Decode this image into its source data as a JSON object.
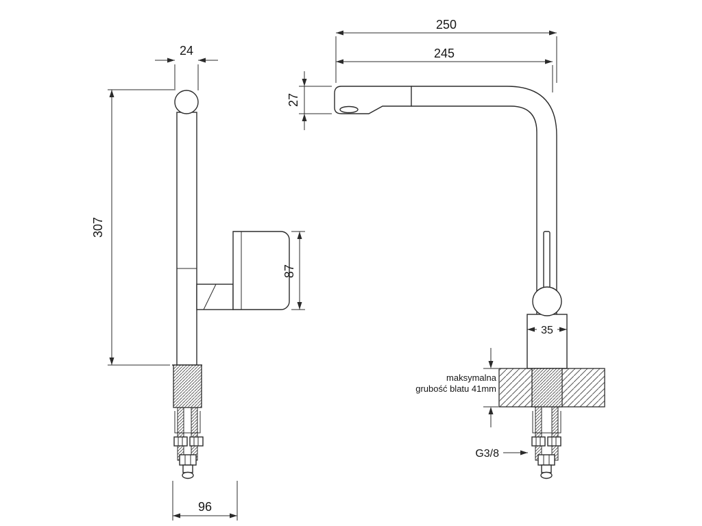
{
  "diagram": {
    "title": "kitchen-faucet-technical-drawing",
    "side_view": {
      "dim_spout_diameter": "24",
      "dim_total_height": "307",
      "dim_body_height": "87",
      "dim_base_width": "96"
    },
    "front_view": {
      "dim_overall_depth": "250",
      "dim_spout_reach": "245",
      "dim_spout_height": "27",
      "dim_body_width": "35",
      "counter_note_line1": "maksymalna",
      "counter_note_line2": "grubość blatu 41mm",
      "connection_thread": "G3/8"
    },
    "colors": {
      "line": "#2b2b2b",
      "text": "#161616",
      "background": "#ffffff"
    }
  }
}
